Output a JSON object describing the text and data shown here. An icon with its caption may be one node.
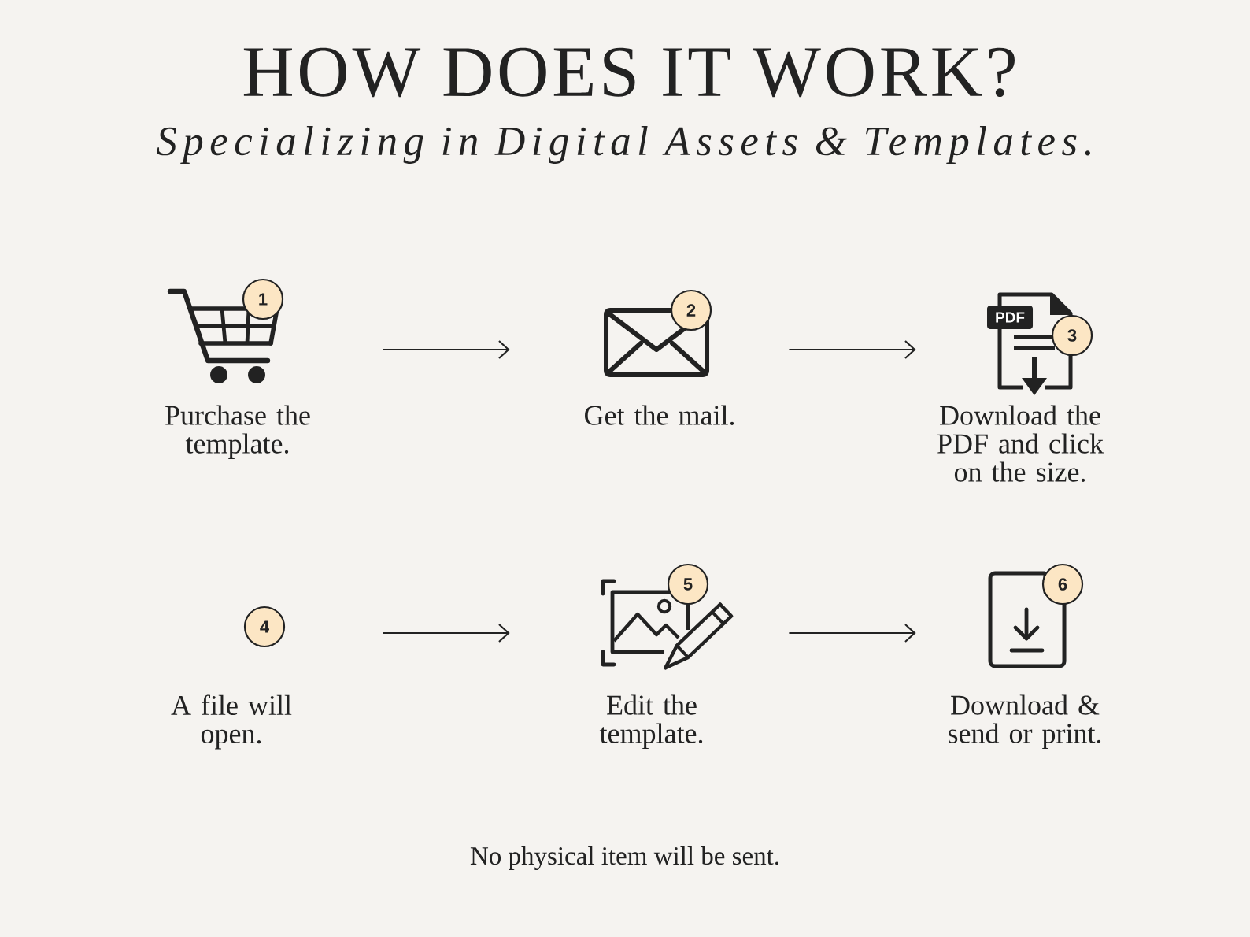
{
  "diagram": {
    "title": "HOW DOES IT WORK?",
    "nodes": [
      {
        "text": [
          "1",
          "Purchase the template."
        ]
      },
      {
        "text": [
          "2",
          "Get the mail."
        ]
      },
      {
        "text": [
          "3",
          "Download the PDF and click on the size."
        ]
      },
      {
        "text": [
          "4",
          "A file will open."
        ]
      },
      {
        "text": [
          "5",
          "Edit the template."
        ]
      },
      {
        "text": [
          "6",
          "Download & send or print."
        ]
      }
    ],
    "edges": [
      {
        "from": 0,
        "to": 1,
        "arrow": "to"
      },
      {
        "from": 1,
        "to": 2,
        "arrow": "to"
      },
      {
        "from": 3,
        "to": 4,
        "arrow": "to"
      },
      {
        "from": 4,
        "to": 5,
        "arrow": "to"
      }
    ],
    "labels": [
      "Specializing in Digital Assets & Templates.",
      "PDF",
      "No physical item will be sent."
    ]
  }
}
